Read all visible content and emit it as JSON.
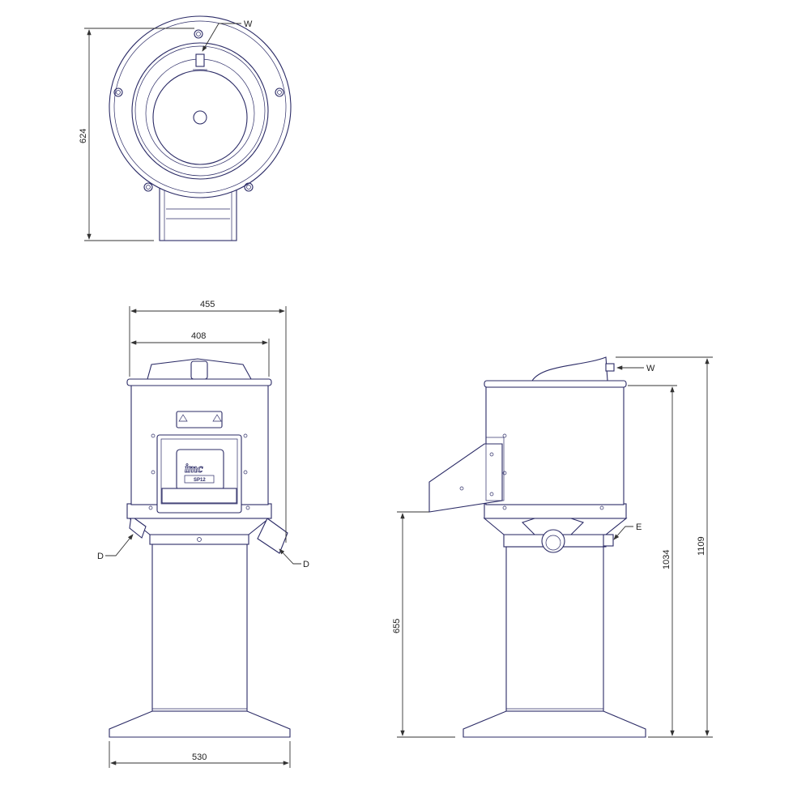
{
  "top_view": {
    "dim_depth": "624",
    "label_water": "W"
  },
  "front_view": {
    "dim_width_overall": "455",
    "dim_width_body": "408",
    "dim_base_width": "530",
    "label_drain_left": "D",
    "label_drain_right": "D",
    "logo": "imc",
    "model": "SP12"
  },
  "side_view": {
    "label_water": "W",
    "label_electric": "E",
    "dim_work_height": "655",
    "dim_body_height": "1034",
    "dim_total_height": "1109"
  },
  "colors": {
    "line": "#2b2b66",
    "dimension": "#333333"
  }
}
